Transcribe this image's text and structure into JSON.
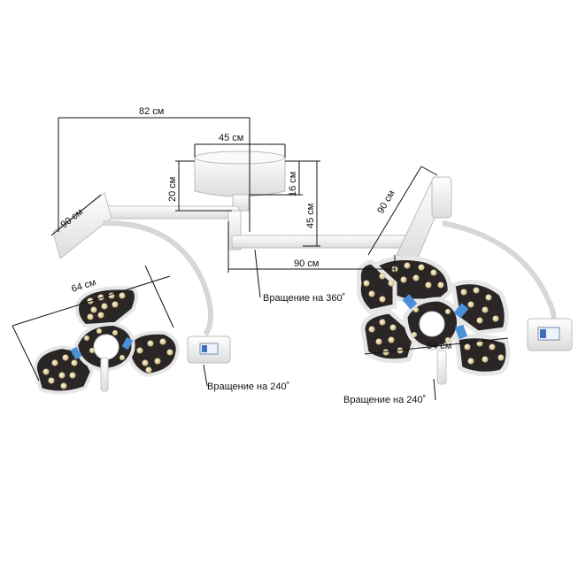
{
  "dimensions": {
    "arm_length": "82 см",
    "hub_width": "45 см",
    "hub_height": "20 см",
    "hub_mount": "16 см",
    "right_drop": "45 см",
    "right_arm": "90 см",
    "left_joint": "90 см",
    "right_joint": "90 см",
    "left_head": "64 см",
    "right_head": "64 см"
  },
  "rotations": {
    "center": "Вращение на 360˚",
    "left": "Вращение на 240˚",
    "right": "Вращение на 240˚"
  },
  "colors": {
    "frame": "#f2f2f2",
    "frame_stroke": "#b8b8b8",
    "panel": "#2b2626",
    "led": "#e9d9a8",
    "connector": "#4a90d9",
    "dimension_line": "#111111"
  }
}
